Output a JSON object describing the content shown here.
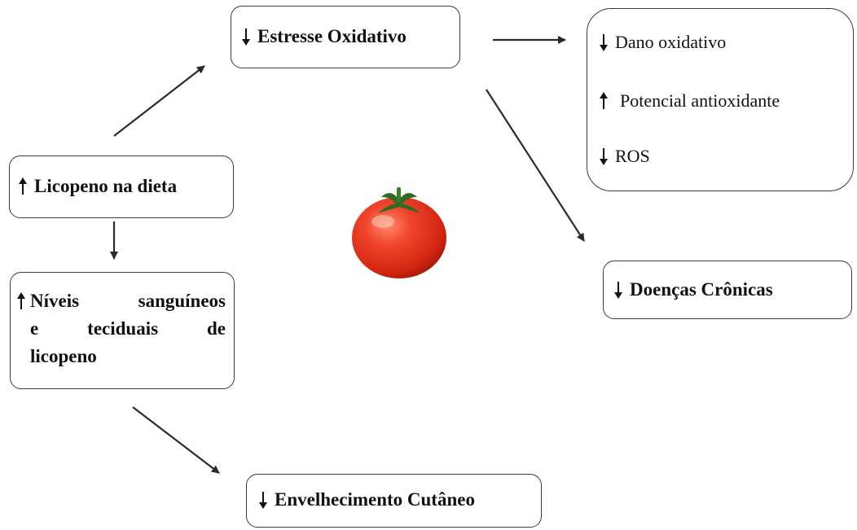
{
  "diagram": {
    "estresse": {
      "direction": "down",
      "label": "Estresse Oxidativo"
    },
    "effects": {
      "items": [
        {
          "direction": "down",
          "label": "Dano oxidativo"
        },
        {
          "direction": "up",
          "label": "Potencial antioxidante"
        },
        {
          "direction": "down",
          "label": "ROS"
        }
      ]
    },
    "licopeno": {
      "direction": "up",
      "label": "Licopeno na dieta"
    },
    "niveis": {
      "direction": "up",
      "line1": "Níveis sanguíneos",
      "line2": "e teciduais de",
      "line3": "licopeno"
    },
    "doencas": {
      "direction": "down",
      "label": "Doenças Crônicas"
    },
    "envelhecimento": {
      "direction": "down",
      "label": "Envelhecimento Cutâneo"
    },
    "image": {
      "icon": "tomato-icon"
    },
    "colors": {
      "tomato_red": "#e0301e",
      "tomato_highlight": "#ff8a6a",
      "stem_green": "#2f6b25",
      "line": "#2b2b2b"
    }
  }
}
